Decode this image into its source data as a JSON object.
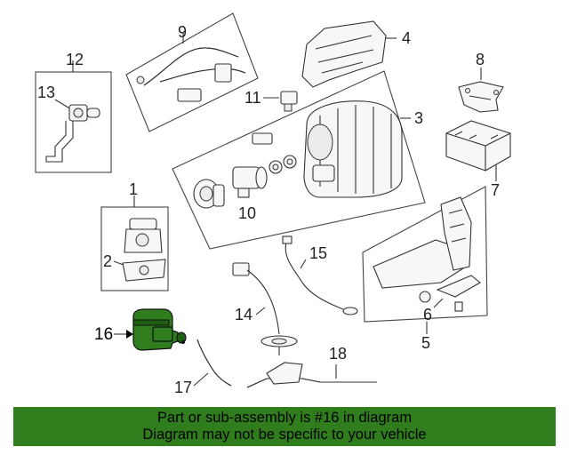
{
  "diagram": {
    "callouts": {
      "c1": "1",
      "c2": "2",
      "c3": "3",
      "c4": "4",
      "c5": "5",
      "c6": "6",
      "c7": "7",
      "c8": "8",
      "c9": "9",
      "c10": "10",
      "c11": "11",
      "c12": "12",
      "c13": "13",
      "c14": "14",
      "c15": "15",
      "c16": "16",
      "c17": "17",
      "c18": "18"
    },
    "highlighted_part": "16",
    "highlight_color": "#2f7d1d"
  },
  "banner": {
    "line1": "Part or sub-assembly is #16 in diagram",
    "line2": "Diagram may not be specific to your vehicle",
    "background": "#2f7d1d"
  }
}
